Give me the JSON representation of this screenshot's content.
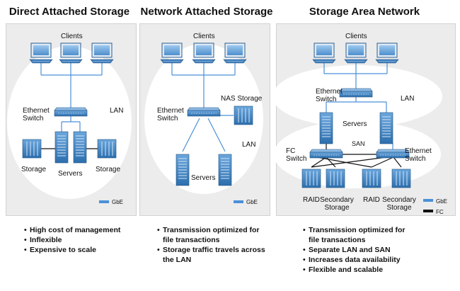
{
  "columns": [
    {
      "title": "Direct Attached Storage",
      "labels": {
        "clients": "Clients",
        "switch": "Ethernet\nSwitch",
        "lan": "LAN",
        "storage_left": "Storage",
        "servers": "Servers",
        "storage_right": "Storage"
      },
      "legend": [
        {
          "text": "GbE",
          "color": "#4a90d9"
        }
      ],
      "bullets": [
        "High cost of management",
        "Inflexible",
        "Expensive to scale"
      ]
    },
    {
      "title": "Network Attached Storage",
      "labels": {
        "clients": "Clients",
        "switch": "Ethernet\nSwitch",
        "nas": "NAS Storage",
        "lan": "LAN",
        "servers": "Servers"
      },
      "legend": [
        {
          "text": "GbE",
          "color": "#4a90d9"
        }
      ],
      "bullets": [
        "Transmission optimized for\nfile transactions",
        "Storage traffic travels across\nthe LAN"
      ]
    },
    {
      "title": "Storage Area Network",
      "labels": {
        "clients": "Clients",
        "eth_switch_top": "Ethernet\nSwitch",
        "lan": "LAN",
        "servers": "Servers",
        "san": "SAN",
        "fc_switch": "FC\nSwitch",
        "eth_switch_right": "Ethernet\nSwitch",
        "raid_left": "RAID",
        "secondary_left": "Secondary\nStorage",
        "raid_right": "RAID",
        "secondary_right": "Secondary\nStorage"
      },
      "legend": [
        {
          "text": "GbE",
          "color": "#4a90d9"
        },
        {
          "text": "FC",
          "color": "#111111"
        }
      ],
      "bullets": [
        "Transmission optimized for\nfile transactions",
        "Separate LAN and SAN",
        "Increases data availability",
        "Flexible and scalable"
      ]
    }
  ],
  "colors": {
    "gbe": "#4a90d9",
    "fc": "#111111",
    "panel": "#ececec",
    "device": "#3f86c9"
  }
}
